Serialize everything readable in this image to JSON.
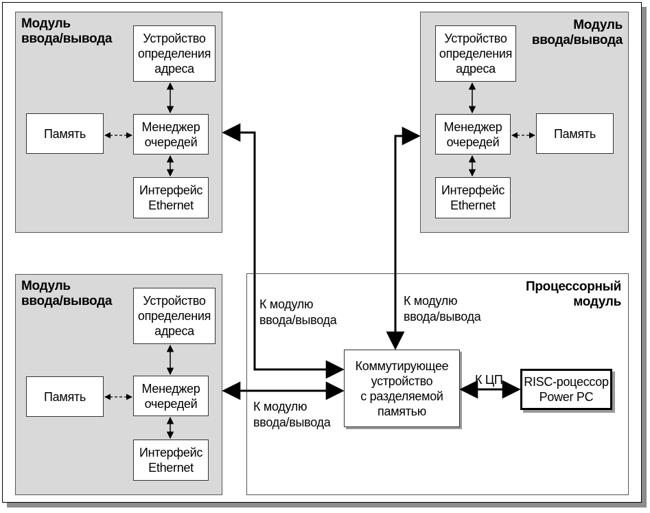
{
  "modules": {
    "top_left": {
      "title": "Модуль\nввода/вывода",
      "addr": "Устройство\nопределения\nадреса",
      "queue": "Менеджер\nочередей",
      "memory": "Память",
      "eth": "Интерфейс\nEthernet"
    },
    "top_right": {
      "title": "Модуль\nввода/вывода",
      "addr": "Устройство\nопределения\nадреса",
      "queue": "Менеджер\nочередей",
      "memory": "Память",
      "eth": "Интерфейс\nEthernet"
    },
    "bottom_left": {
      "title": "Модуль\nввода/вывода",
      "addr": "Устройство\nопределения\nадреса",
      "queue": "Менеджер\nочередей",
      "memory": "Память",
      "eth": "Интерфейс\nEthernet"
    }
  },
  "processor": {
    "title": "Процессорный\nмодуль",
    "switch": "Коммутирующее\nустройство\nс разделяемой\nпамятью",
    "risc": "RISC-роцессор\nPower PC"
  },
  "labels": {
    "to_io_left": "К модулю\nввода/вывода",
    "to_io_right": "К модулю\nввода/вывода",
    "to_io_bottom": "К модулю\nввода/вывода",
    "to_cpu": "К ЦП"
  }
}
